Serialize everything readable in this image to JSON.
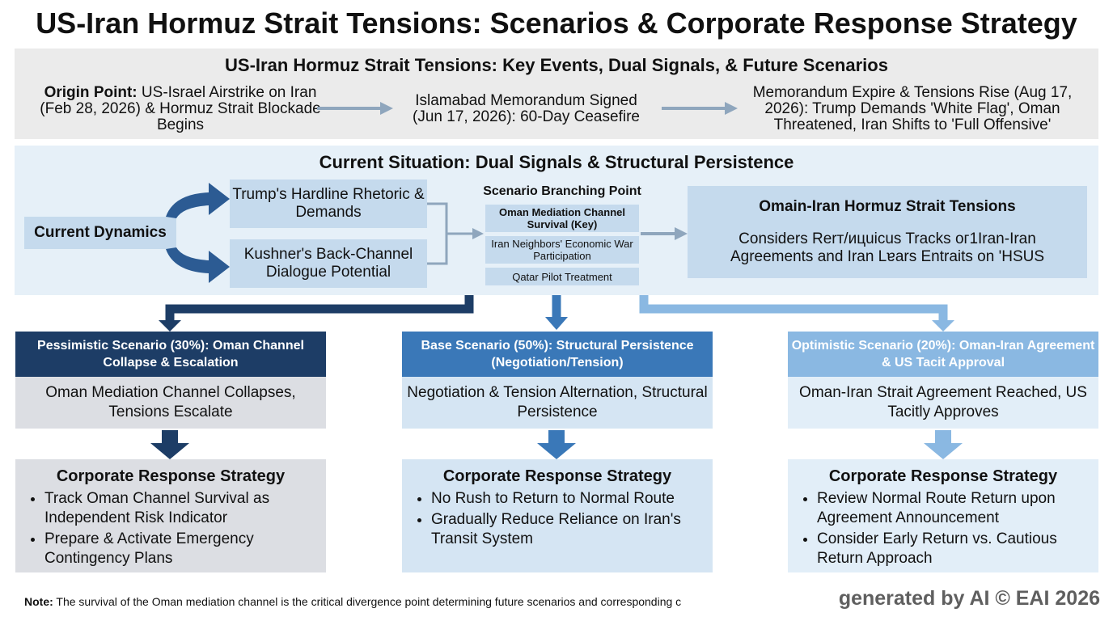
{
  "title": "US-Iran Hormuz Strait Tensions: Scenarios & Corporate Response Strategy",
  "timeline": {
    "title": "US-Iran Hormuz Strait Tensions: Key Events, Dual Signals, & Future Scenarios",
    "origin_label": "Origin Point:",
    "origin_text": "US-Israel Airstrike on Iran (Feb 28, 2026) & Hormuz Strait Blockade Begins",
    "event2": "Islamabad Memorandum Signed (Jun 17, 2026): 60-Day Ceasefire",
    "event3": "Memorandum Expire & Tensions Rise (Aug 17, 2026): Trump Demands 'White Flag', Oman Threatened, Iran Shifts to 'Full Offensive'"
  },
  "current": {
    "title": "Current Situation: Dual Signals & Structural Persistence",
    "dynamics_label": "Current Dynamics",
    "hardline": "Trump's Hardline Rhetoric & Demands",
    "backchannel": "Kushner's Back-Channel Dialogue Potential",
    "branch_title": "Scenario Branching Point",
    "branch_items": [
      "Oman Mediation Channel Survival (Key)",
      "Iran Neighbors' Economic War Participation",
      "Qatar Pilot Treatment"
    ],
    "tensions_title": "Omain-Iran Hormuz Strait Tensions",
    "tensions_text": "Considers Rerт/ицuicus Tracks oг1Iran-Iran Agreements and Iran Lɐars Entraits on 'HSUS"
  },
  "scenarios": [
    {
      "head": "Pessimistic Scenario (30%): Oman Channel Collapse & Escalation",
      "body": "Oman Mediation Channel Collapses, Tensions Escalate",
      "strategy_title": "Corporate Response Strategy",
      "bullets": [
        "Track Oman Channel Survival as Independent Risk Indicator",
        "Prepare & Activate Emergency Contingency Plans"
      ]
    },
    {
      "head": "Base Scenario (50%): Structural Persistence (Negotiation/Tension)",
      "body": "Negotiation & Tension Alternation, Structural Persistence",
      "strategy_title": "Corporate Response Strategy",
      "bullets": [
        "No Rush to Return to Normal Route",
        "Gradually Reduce Reliance on Iran's Transit System"
      ]
    },
    {
      "head": "Optimistic Scenario (20%): Oman-Iran Agreement & US Tacit Approval",
      "body": "Oman-Iran Strait Agreement Reached, US Tacitly Approves",
      "strategy_title": "Corporate Response Strategy",
      "bullets": [
        "Review Normal Route Return upon Agreement Announcement",
        "Consider Early Return vs. Cautious Return Approach"
      ]
    }
  ],
  "note": {
    "label": "Note:",
    "text": " The survival of the Oman mediation channel is the critical divergence point determining future scenarios and corresponding c"
  },
  "watermark": "generated by AI © EAI 2026",
  "colors": {
    "dark_blue": "#1d3d66",
    "mid_blue": "#3a78b8",
    "light_blue": "#8ab8e2",
    "arrow_gray": "#8fa6bd",
    "panel_gray": "#ebebeb",
    "panel_blue": "#e6f0f8",
    "box_blue": "#c5daed"
  }
}
